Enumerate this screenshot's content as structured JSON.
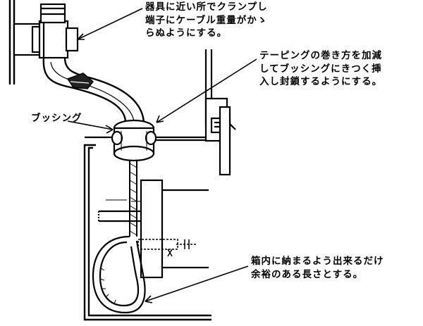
{
  "annotations": {
    "clamp_note": {
      "lines": [
        "器具に近い所でクランプし",
        "端子にケーブル重量がかゝ",
        "らぬようにする。"
      ]
    },
    "taping_note": {
      "lines": [
        "テーピングの巻き方を加減",
        "してブッシングにきつく挿",
        "入し封鎖するようにする。"
      ]
    },
    "bushing_label": "ブッシング",
    "box_note": {
      "lines": [
        "箱内に納まるよう出来るだけ",
        "余裕のある長さとする。"
      ]
    }
  }
}
